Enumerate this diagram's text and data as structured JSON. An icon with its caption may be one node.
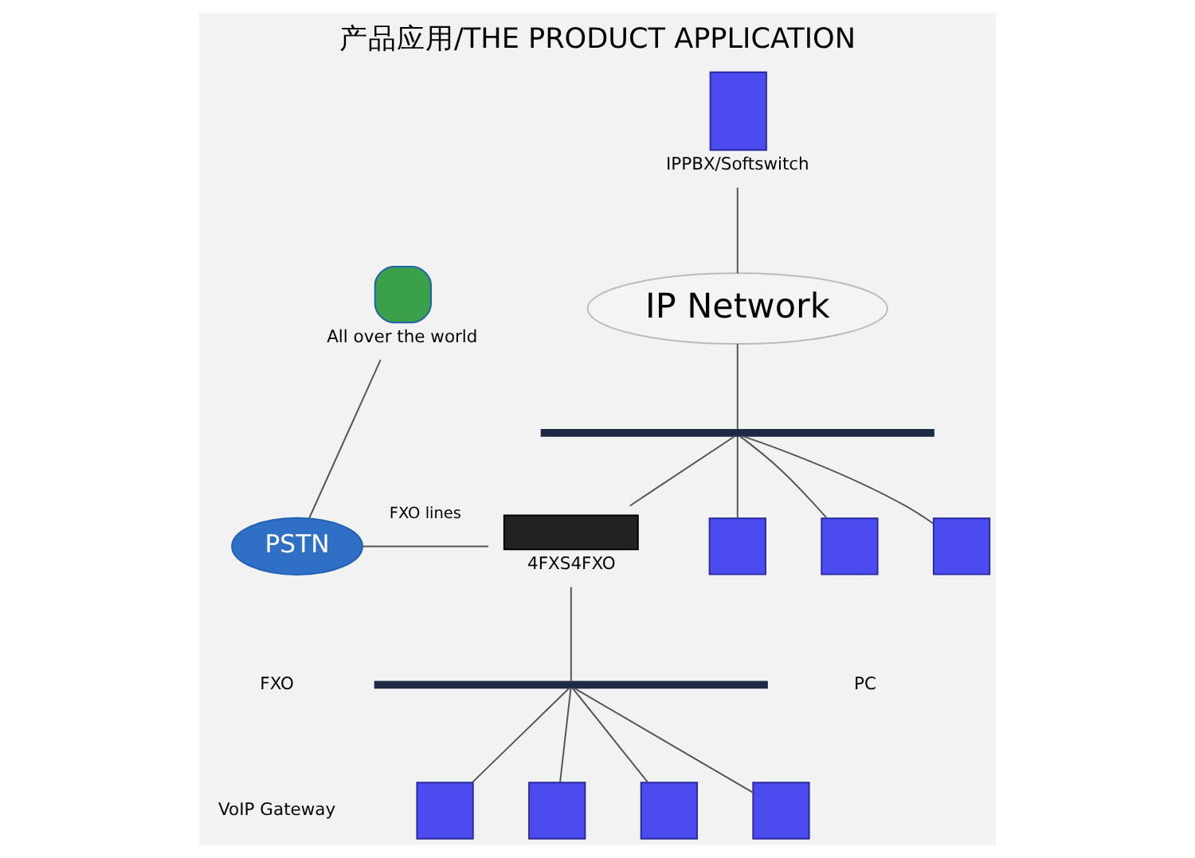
{
  "diagram": {
    "title": "产品应用/THE PRODUCT APPLICATION",
    "nodes": [
      {
        "text": [],
        "shape": "box",
        "beside": [
          "IPPBX/Softswitch"
        ]
      },
      {
        "text": [
          "IP Network"
        ]
      },
      {
        "text": [],
        "shape": "bar"
      },
      {
        "text": [],
        "shape": "circle",
        "beside": [
          "All over the world"
        ]
      },
      {
        "text": [
          "PSTN"
        ]
      },
      {
        "text": [],
        "shape": "box",
        "beside": [
          "4FXS4FXO"
        ]
      },
      {
        "text": [],
        "shape": "bar"
      },
      {
        "text": [],
        "shape": "box"
      },
      {
        "text": [],
        "shape": "box"
      },
      {
        "text": [],
        "shape": "box"
      },
      {
        "text": [],
        "shape": "box"
      },
      {
        "text": [],
        "shape": "box"
      },
      {
        "text": [],
        "shape": "box"
      },
      {
        "text": [],
        "shape": "box"
      }
    ],
    "edges": [
      {
        "from": 0,
        "to": 1,
        "arrow": "none"
      },
      {
        "from": 1,
        "to": 2,
        "arrow": "none"
      },
      {
        "from": 2,
        "to": 5,
        "arrow": "none"
      },
      {
        "from": 2,
        "to": 11,
        "arrow": "none"
      },
      {
        "from": 2,
        "to": 12,
        "arrow": "none"
      },
      {
        "from": 2,
        "to": 13,
        "arrow": "none"
      },
      {
        "from": 3,
        "to": 4,
        "arrow": "none"
      },
      {
        "from": 4,
        "to": 5,
        "arrow": "none",
        "label": "FXO lines"
      },
      {
        "from": 5,
        "to": 6,
        "arrow": "none"
      },
      {
        "from": 6,
        "to": 7,
        "arrow": "none"
      },
      {
        "from": 6,
        "to": 8,
        "arrow": "none"
      },
      {
        "from": 6,
        "to": 9,
        "arrow": "none"
      },
      {
        "from": 6,
        "to": 10,
        "arrow": "none"
      }
    ],
    "labels": [
      "FXO",
      "VoIP Gateway",
      "PC"
    ]
  }
}
